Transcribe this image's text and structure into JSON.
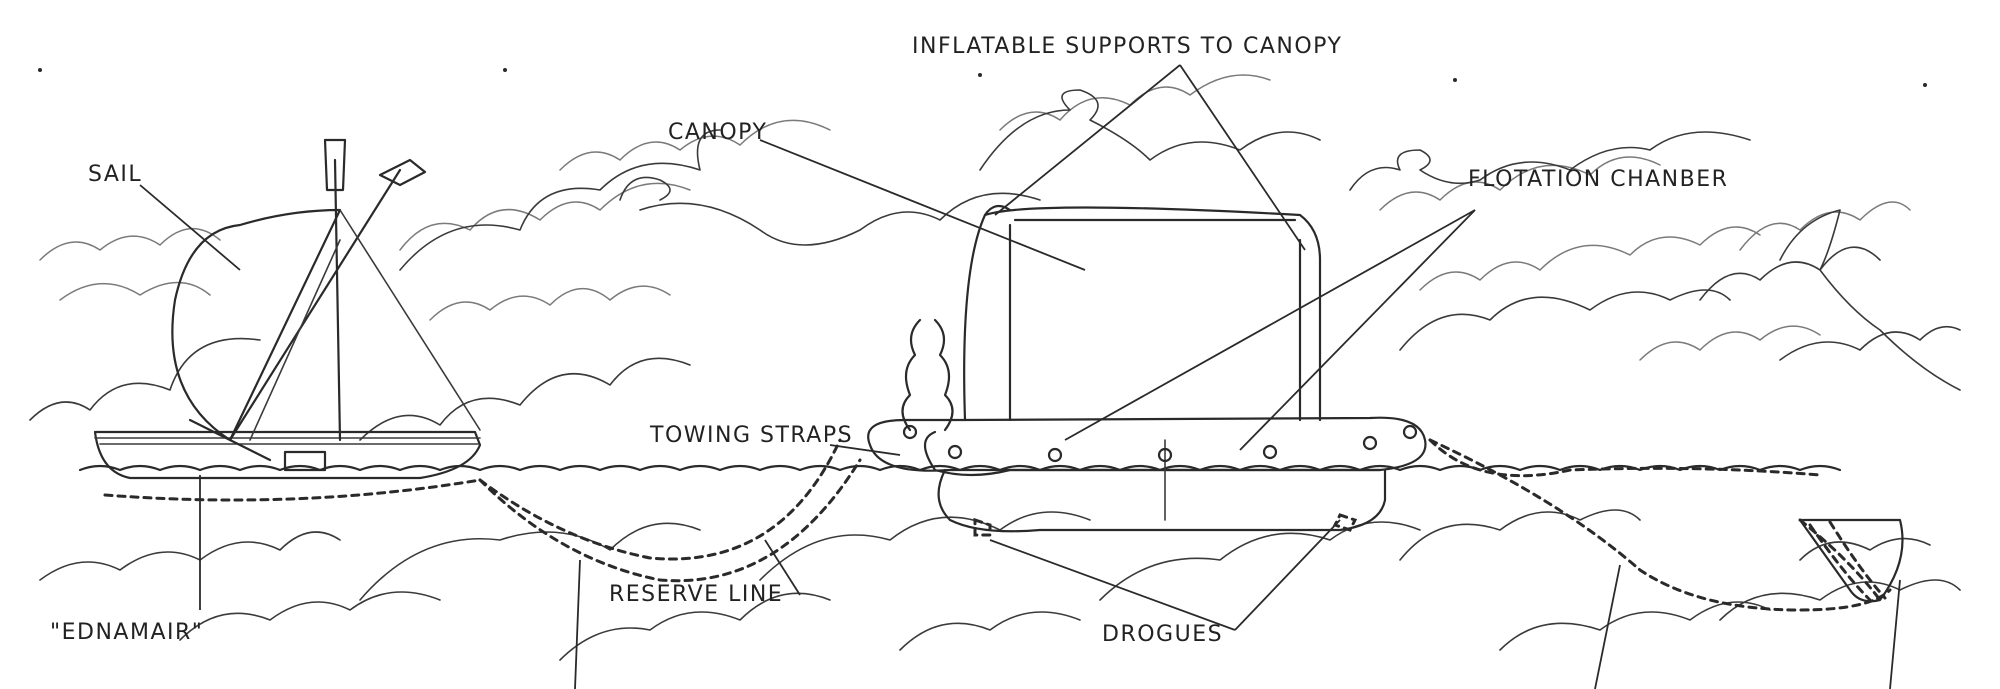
{
  "labels": {
    "inflatable_supports": "INFLATABLE SUPPORTS TO CANOPY",
    "canopy": "CANOPY",
    "sail": "SAIL",
    "flotation_chamber": "FLOTATION CHANBER",
    "towing_straps": "TOWING STRAPS",
    "reserve_line": "RESERVE LINE",
    "ednamair": "\"EDNAMAIR\"",
    "drogues": "DROGUES"
  },
  "colors": {
    "ink": "#2a2a2a",
    "paper": "#ffffff"
  }
}
